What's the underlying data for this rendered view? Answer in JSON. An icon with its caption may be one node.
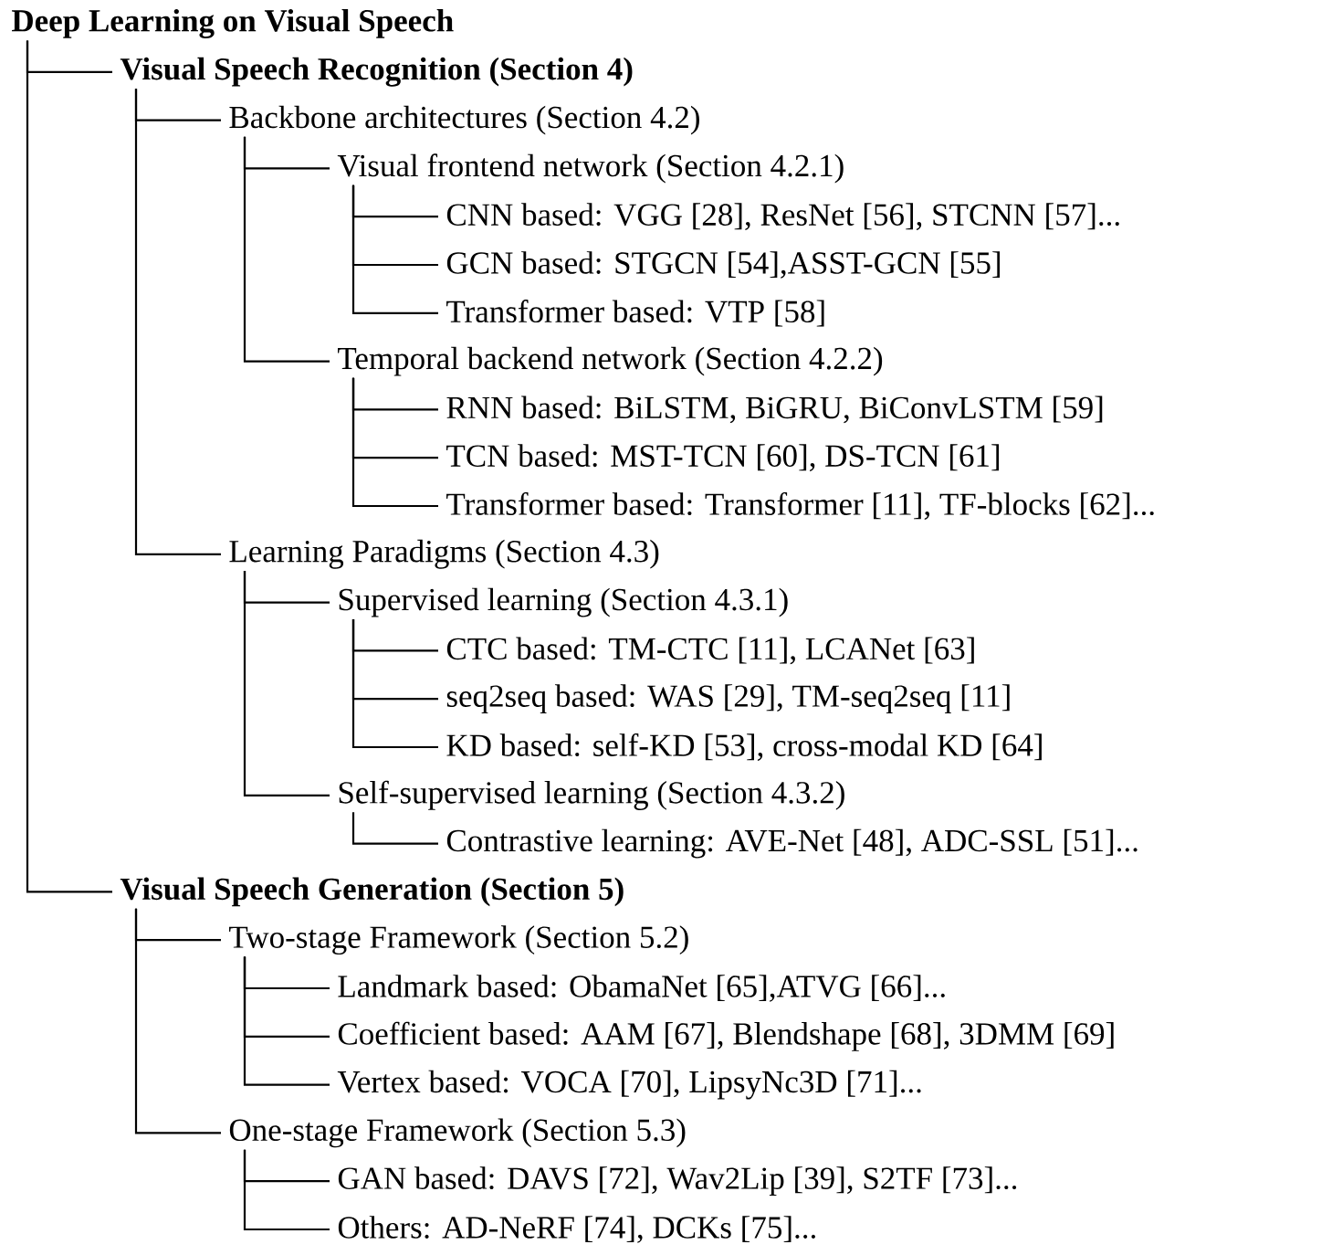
{
  "diagram": {
    "nodes": [
      {
        "text": [
          "Deep Learning on Visual Speech"
        ]
      },
      {
        "text": [
          "Visual Speech Recognition (Section 4)"
        ]
      },
      {
        "text": [
          "Backbone architectures (Section 4.2)"
        ]
      },
      {
        "text": [
          "Visual frontend network (Section 4.2.1)"
        ]
      },
      {
        "text": [
          "CNN based: VGG [28], ResNet [56], STCNN [57]..."
        ]
      },
      {
        "text": [
          "GCN based: STGCN [54],ASST-GCN [55]"
        ]
      },
      {
        "text": [
          "Transformer based: VTP [58]"
        ]
      },
      {
        "text": [
          "Temporal backend network (Section 4.2.2)"
        ]
      },
      {
        "text": [
          "RNN based: BiLSTM, BiGRU, BiConvLSTM [59]"
        ]
      },
      {
        "text": [
          "TCN based: MST-TCN [60], DS-TCN [61]"
        ]
      },
      {
        "text": [
          "Transformer based: Transformer [11], TF-blocks [62]..."
        ]
      },
      {
        "text": [
          "Learning Paradigms (Section 4.3)"
        ]
      },
      {
        "text": [
          "Supervised learning (Section 4.3.1)"
        ]
      },
      {
        "text": [
          "CTC based: TM-CTC [11], LCANet [63]"
        ]
      },
      {
        "text": [
          "seq2seq based: WAS [29], TM-seq2seq [11]"
        ]
      },
      {
        "text": [
          "KD based: self-KD [53], cross-modal KD [64]"
        ]
      },
      {
        "text": [
          "Self-supervised learning (Section 4.3.2)"
        ]
      },
      {
        "text": [
          "Contrastive learning: AVE-Net [48], ADC-SSL [51]..."
        ]
      },
      {
        "text": [
          "Visual Speech Generation (Section 5)"
        ]
      },
      {
        "text": [
          "Two-stage Framework (Section 5.2)"
        ]
      },
      {
        "text": [
          "Landmark based: ObamaNet [65],ATVG [66]..."
        ]
      },
      {
        "text": [
          "Coefficient based: AAM [67], Blendshape [68], 3DMM [69]"
        ]
      },
      {
        "text": [
          "Vertex based: VOCA [70], LipsyNc3D [71]..."
        ]
      },
      {
        "text": [
          "One-stage Framework (Section 5.3)"
        ]
      },
      {
        "text": [
          "GAN based: DAVS [72], Wav2Lip [39], S2TF [73]..."
        ]
      },
      {
        "text": [
          "Others: AD-NeRF [74], DCKs [75]..."
        ]
      }
    ],
    "edges": [
      {
        "from": 0,
        "to": 1,
        "arrow": "none"
      },
      {
        "from": 1,
        "to": 2,
        "arrow": "none"
      },
      {
        "from": 2,
        "to": 3,
        "arrow": "none"
      },
      {
        "from": 3,
        "to": 4,
        "arrow": "none"
      },
      {
        "from": 3,
        "to": 5,
        "arrow": "none"
      },
      {
        "from": 3,
        "to": 6,
        "arrow": "none"
      },
      {
        "from": 2,
        "to": 7,
        "arrow": "none"
      },
      {
        "from": 7,
        "to": 8,
        "arrow": "none"
      },
      {
        "from": 7,
        "to": 9,
        "arrow": "none"
      },
      {
        "from": 7,
        "to": 10,
        "arrow": "none"
      },
      {
        "from": 1,
        "to": 11,
        "arrow": "none"
      },
      {
        "from": 11,
        "to": 12,
        "arrow": "none"
      },
      {
        "from": 12,
        "to": 13,
        "arrow": "none"
      },
      {
        "from": 12,
        "to": 14,
        "arrow": "none"
      },
      {
        "from": 12,
        "to": 15,
        "arrow": "none"
      },
      {
        "from": 11,
        "to": 16,
        "arrow": "none"
      },
      {
        "from": 16,
        "to": 17,
        "arrow": "none"
      },
      {
        "from": 0,
        "to": 18,
        "arrow": "none"
      },
      {
        "from": 18,
        "to": 19,
        "arrow": "none"
      },
      {
        "from": 19,
        "to": 20,
        "arrow": "none"
      },
      {
        "from": 19,
        "to": 21,
        "arrow": "none"
      },
      {
        "from": 19,
        "to": 22,
        "arrow": "none"
      },
      {
        "from": 18,
        "to": 23,
        "arrow": "none"
      },
      {
        "from": 23,
        "to": 24,
        "arrow": "none"
      },
      {
        "from": 23,
        "to": 25,
        "arrow": "none"
      }
    ]
  }
}
